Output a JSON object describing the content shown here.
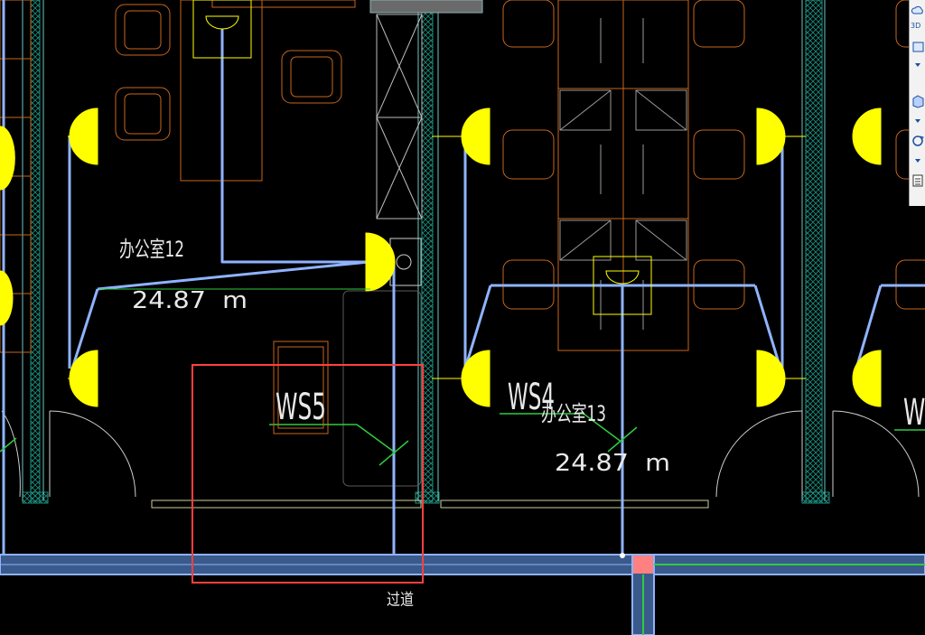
{
  "rooms": [
    {
      "name": "办公室12",
      "area": "24.87  m"
    },
    {
      "name": "办公室13",
      "area": "24.87  m"
    }
  ],
  "switch_tags": {
    "ws5": "WS5",
    "ws4": "WS4",
    "ws_right_partial": "WS"
  },
  "corridor_label": "过道",
  "toolbar": {
    "buttons": [
      {
        "icon": "cloud-icon"
      },
      {
        "icon": "3d-view-icon",
        "label": "3D"
      },
      {
        "icon": "box-icon"
      },
      {
        "icon": "dropdown-arrow-icon"
      },
      {
        "icon": "cube-icon"
      },
      {
        "icon": "dropdown-arrow-icon"
      },
      {
        "icon": "orbit-icon"
      },
      {
        "icon": "dropdown-arrow-icon"
      },
      {
        "icon": "properties-icon"
      }
    ]
  },
  "colors": {
    "background": "#000000",
    "wire": "#8fb3ff",
    "lamp": "#ffff00",
    "furniture": "#c8661c",
    "wall_hatch": "#1a8f80",
    "selection": "#ff4040",
    "text": "#e8e8e8",
    "green_leader": "#2ecc40"
  }
}
